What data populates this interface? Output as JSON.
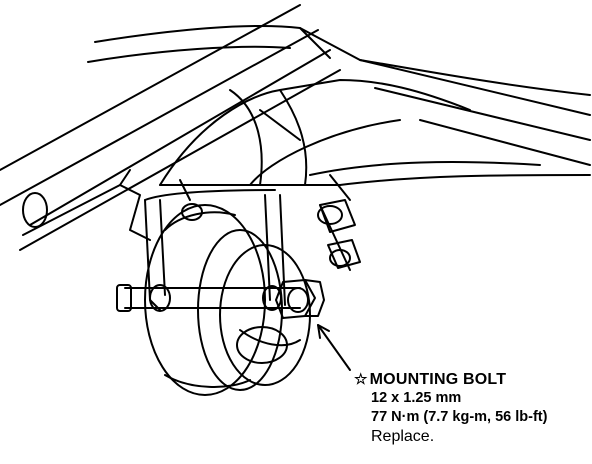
{
  "callout": {
    "star_symbol": "☆",
    "title": "MOUNTING  BOLT",
    "size": "12 x 1.25 mm",
    "torque": "77 N·m (7.7 kg-m, 56 lb-ft)",
    "note": "Replace."
  }
}
